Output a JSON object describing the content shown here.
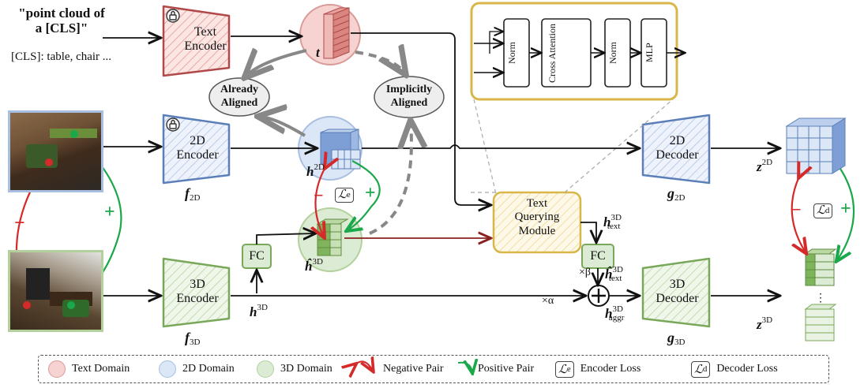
{
  "prompt": {
    "line1": "\"point cloud of",
    "line2": "a [CLS]\"",
    "classes": "[CLS]: table, chair ..."
  },
  "encoders": {
    "text": {
      "line1": "Text",
      "line2": "Encoder"
    },
    "twod": {
      "line1": "2D",
      "line2": "Encoder",
      "fn_main": "f",
      "fn_sub": "2D"
    },
    "threed": {
      "line1": "3D",
      "line2": "Encoder",
      "fn_main": "f",
      "fn_sub": "3D"
    }
  },
  "decoders": {
    "twod": {
      "line1": "2D",
      "line2": "Decoder",
      "fn_main": "g",
      "fn_sub": "2D"
    },
    "threed": {
      "line1": "3D",
      "line2": "Decoder",
      "fn_main": "g",
      "fn_sub": "3D"
    }
  },
  "tqm": {
    "line1": "Text",
    "line2": "Querying",
    "line3": "Module"
  },
  "fc_left": "FC",
  "fc_right": "FC",
  "bubbles": {
    "already": [
      "Already",
      "Aligned"
    ],
    "implicit": [
      "Implicitly",
      "Aligned"
    ]
  },
  "attention_block": {
    "norm1": "Norm",
    "cross": "Cross Attention",
    "norm2": "Norm",
    "mlp": "MLP"
  },
  "symbols": {
    "t": "t",
    "h": "h",
    "h2d_sup": "2D",
    "h3d_sup": "3D",
    "htext_sup": "3D",
    "htext_sub": "text",
    "haggr_sup": "3D",
    "haggr_sub": "aggr",
    "z": "z",
    "z2d_sup": "2D",
    "z3d_sup": "3D",
    "alpha": "×α",
    "beta": "×β",
    "minus": "−",
    "plus": "+",
    "loss_e_main": "ℒ",
    "loss_e_sub": "e",
    "loss_d_main": "ℒ",
    "loss_d_sub": "d"
  },
  "legend": {
    "text_domain": "Text Domain",
    "twod_domain": "2D Domain",
    "threed_domain": "3D Domain",
    "negative": "Negative Pair",
    "positive": "Positive Pair",
    "encoder_loss": "Encoder Loss",
    "decoder_loss": "Decoder Loss"
  },
  "colors": {
    "text_domain": "#f6d3d0",
    "text_domain_stroke": "#b04a4a",
    "twod_domain": "#dbe6f6",
    "twod_domain_stroke": "#5b7fb8",
    "threed_domain": "#dcebd3",
    "threed_domain_stroke": "#7aa85a",
    "tqm_fill": "#fbf3d6",
    "tqm_stroke": "#d9b648",
    "negative": "#d42a2a",
    "positive": "#1aa84a",
    "gray": "#8a8a8a"
  }
}
